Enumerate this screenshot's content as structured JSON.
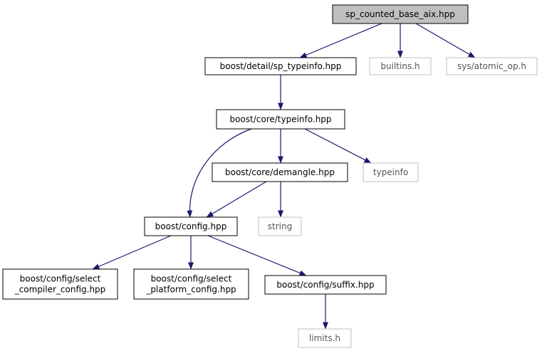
{
  "colors": {
    "edge": "#191970",
    "root_fill": "#bfbfbf",
    "border": "#000000",
    "external_border": "#bfbfbf",
    "background": "#ffffff"
  },
  "nodes": {
    "root": {
      "lines": [
        "sp_counted_base_aix.hpp"
      ],
      "style": "root"
    },
    "sp_typeinfo": {
      "lines": [
        "boost/detail/sp_typeinfo.hpp"
      ],
      "style": "header"
    },
    "builtins": {
      "lines": [
        "builtins.h"
      ],
      "style": "external"
    },
    "atomic_op": {
      "lines": [
        "sys/atomic_op.h"
      ],
      "style": "external"
    },
    "core_typeinfo": {
      "lines": [
        "boost/core/typeinfo.hpp"
      ],
      "style": "header"
    },
    "demangle": {
      "lines": [
        "boost/core/demangle.hpp"
      ],
      "style": "header"
    },
    "typeinfo": {
      "lines": [
        "typeinfo"
      ],
      "style": "external"
    },
    "config": {
      "lines": [
        "boost/config.hpp"
      ],
      "style": "header"
    },
    "string": {
      "lines": [
        "string"
      ],
      "style": "external"
    },
    "select_compiler": {
      "lines": [
        "boost/config/select",
        "_compiler_config.hpp"
      ],
      "style": "header"
    },
    "select_platform": {
      "lines": [
        "boost/config/select",
        "_platform_config.hpp"
      ],
      "style": "header"
    },
    "suffix": {
      "lines": [
        "boost/config/suffix.hpp"
      ],
      "style": "header"
    },
    "limits": {
      "lines": [
        "limits.h"
      ],
      "style": "external"
    }
  },
  "edges": [
    {
      "from": "root",
      "to": "sp_typeinfo"
    },
    {
      "from": "root",
      "to": "builtins"
    },
    {
      "from": "root",
      "to": "atomic_op"
    },
    {
      "from": "sp_typeinfo",
      "to": "core_typeinfo"
    },
    {
      "from": "core_typeinfo",
      "to": "config"
    },
    {
      "from": "core_typeinfo",
      "to": "demangle"
    },
    {
      "from": "core_typeinfo",
      "to": "typeinfo"
    },
    {
      "from": "demangle",
      "to": "config"
    },
    {
      "from": "demangle",
      "to": "string"
    },
    {
      "from": "config",
      "to": "select_compiler"
    },
    {
      "from": "config",
      "to": "select_platform"
    },
    {
      "from": "config",
      "to": "suffix"
    },
    {
      "from": "suffix",
      "to": "limits"
    }
  ]
}
